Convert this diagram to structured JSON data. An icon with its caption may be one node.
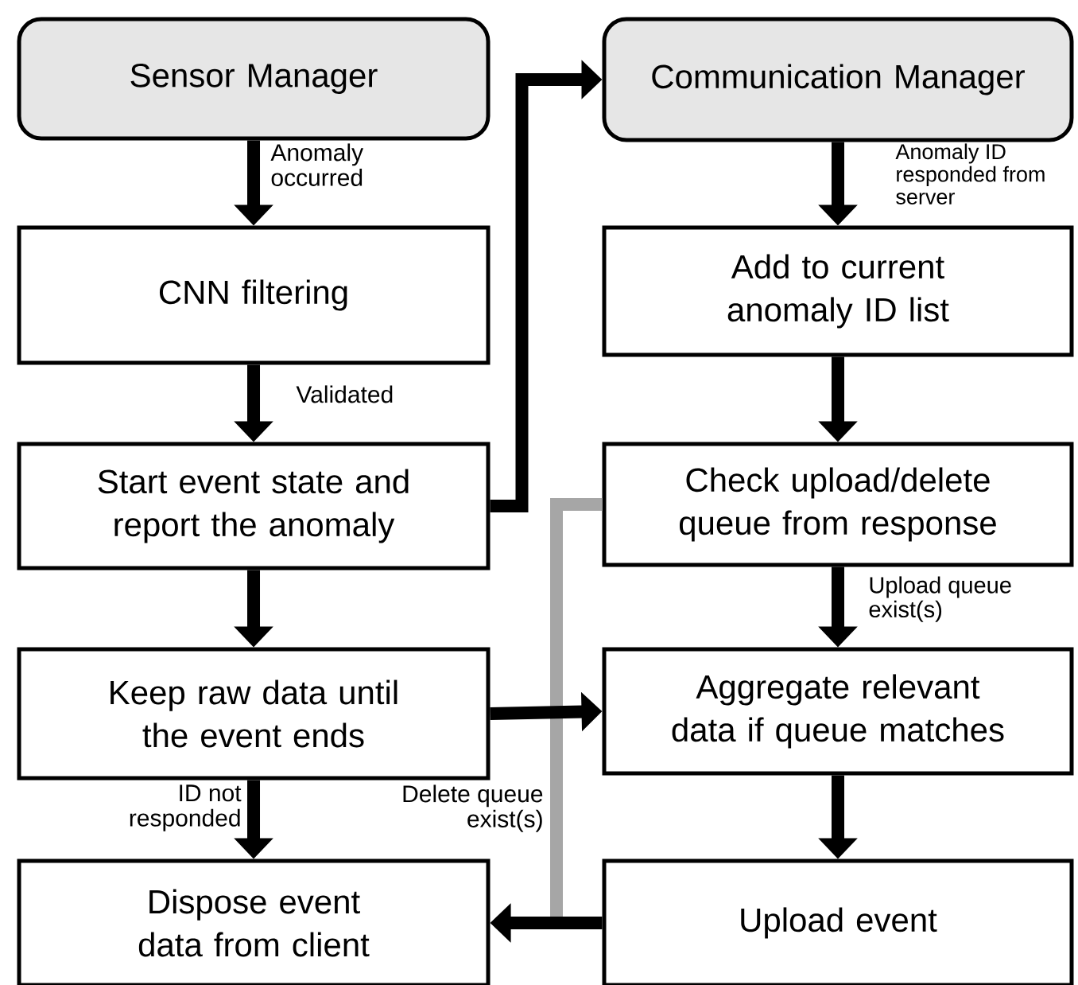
{
  "diagram": {
    "nodes": [
      {
        "text": [
          "Sensor Manager"
        ]
      },
      {
        "text": [
          "Communication Manager"
        ]
      },
      {
        "text": [
          "CNN filtering"
        ]
      },
      {
        "text": [
          "Add to current anomaly ID list"
        ]
      },
      {
        "text": [
          "Start event state and report the anomaly"
        ]
      },
      {
        "text": [
          "Check upload/delete queue from response"
        ]
      },
      {
        "text": [
          "Keep raw data until the event ends"
        ]
      },
      {
        "text": [
          "Aggregate relevant data if queue matches"
        ]
      },
      {
        "text": [
          "Dispose event data from client"
        ]
      },
      {
        "text": [
          "Upload event"
        ]
      }
    ],
    "edges": [
      {
        "from": 0,
        "to": 2,
        "arrow": "to",
        "label": "Anomaly occurred"
      },
      {
        "from": 2,
        "to": 4,
        "arrow": "to",
        "label": "Validated"
      },
      {
        "from": 4,
        "to": 1,
        "arrow": "to"
      },
      {
        "from": 1,
        "to": 3,
        "arrow": "to",
        "label": "Anomaly ID responded from server"
      },
      {
        "from": 3,
        "to": 5,
        "arrow": "to"
      },
      {
        "from": 5,
        "to": 7,
        "arrow": "to",
        "label": "Upload queue exist(s)"
      },
      {
        "from": 4,
        "to": 6,
        "arrow": "to"
      },
      {
        "from": 6,
        "to": 7,
        "arrow": "to"
      },
      {
        "from": 6,
        "to": 8,
        "arrow": "to",
        "label": "ID not responded"
      },
      {
        "from": 5,
        "to": 8,
        "arrow": "to",
        "label": "Delete queue exist(s)",
        "color": "#a6a6a6"
      },
      {
        "from": 7,
        "to": 9,
        "arrow": "to"
      },
      {
        "from": 9,
        "to": 8,
        "arrow": "to"
      }
    ]
  }
}
